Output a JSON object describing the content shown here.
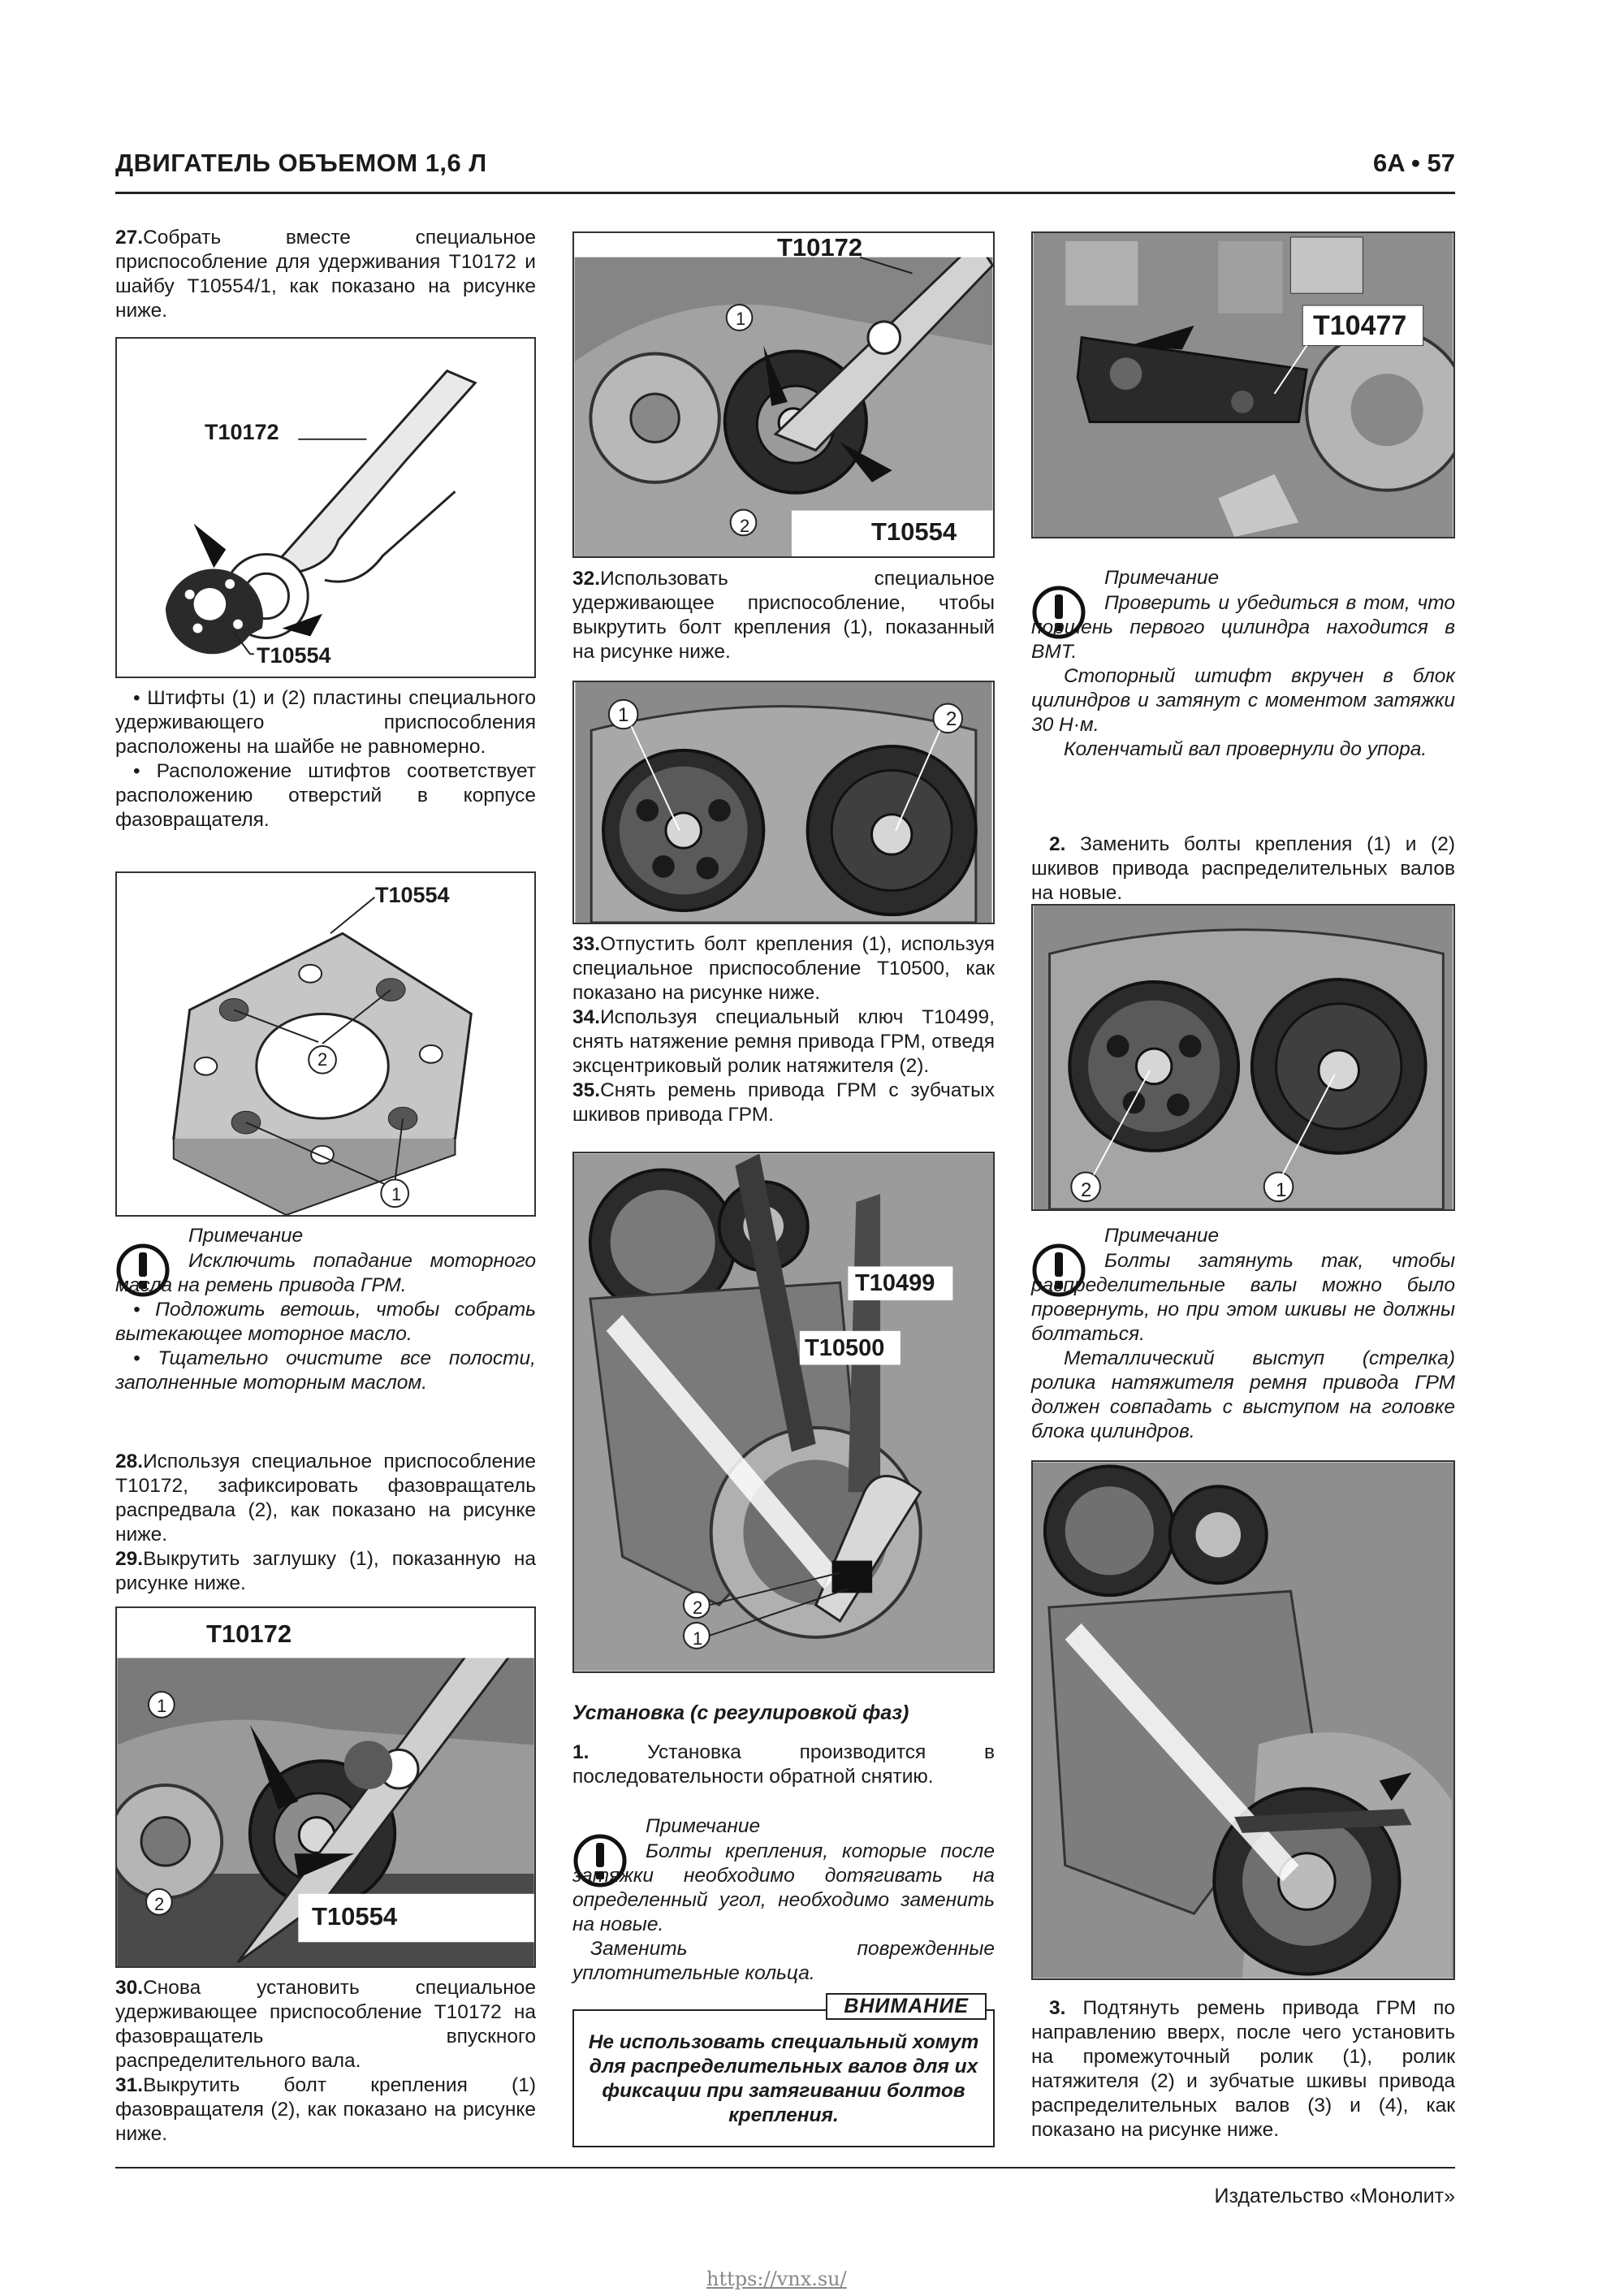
{
  "header": {
    "title": "ДВИГАТЕЛЬ ОБЪЕМОМ 1,6 Л",
    "page": "6A • 57"
  },
  "col1": {
    "step27": {
      "num": "27.",
      "text": "Собрать вместе специальное приспособление для удерживания T10172 и шайбу T10554/1, как показано на рисунке ниже."
    },
    "fig1": {
      "label_a": "T10172",
      "label_b": "T10554"
    },
    "bullets": [
      "• Штифты (1) и (2) пластины специального удерживающего приспособления расположены на шайбе не равномерно.",
      "• Расположение штифтов соответствует расположению отверстий в корпусе фазовращателя."
    ],
    "fig2": {
      "label": "T10554",
      "c1": "1",
      "c2": "2"
    },
    "note": {
      "head": "Примечание",
      "lines": [
        "Исключить попадание моторного масла на ремень привода ГРМ.",
        "• Подложить ветошь, чтобы собрать вытекающее моторное масло.",
        "• Тщательно очистите все полости, заполненные моторным маслом."
      ]
    },
    "step28": {
      "num": "28.",
      "text": "Используя специальное приспособление T10172, зафиксировать фазовращатель распредвала (2), как показано на рисунке ниже."
    },
    "step29": {
      "num": "29.",
      "text": "Выкрутить заглушку (1), показанную на рисунке ниже."
    },
    "fig3": {
      "label_a": "T10172",
      "label_b": "T10554",
      "c1": "1",
      "c2": "2"
    },
    "step30": {
      "num": "30.",
      "text": "Снова установить специальное удерживающее приспособление T10172 на фазовращатель впускного распределительного вала."
    },
    "step31": {
      "num": "31.",
      "text": "Выкрутить болт крепления (1) фазовращателя (2), как показано на рисунке ниже."
    }
  },
  "col2": {
    "fig4": {
      "label_a": "T10172",
      "label_b": "T10554",
      "c1": "1",
      "c2": "2"
    },
    "step32": {
      "num": "32.",
      "text": "Использовать специальное удерживающее приспособление, чтобы выкрутить болт крепления (1), показанный на рисунке ниже."
    },
    "fig5": {
      "c1": "1",
      "c2": "2"
    },
    "step33": {
      "num": "33.",
      "text": "Отпустить болт крепления (1), используя специальное приспособление T10500, как показано на рисунке ниже."
    },
    "step34": {
      "num": "34.",
      "text": "Используя специальный ключ T10499, снять натяжение ремня привода ГРМ, отведя эксцентриковый ролик натяжителя (2)."
    },
    "step35": {
      "num": "35.",
      "text": "Снять ремень привода ГРМ с зубчатых шкивов привода ГРМ."
    },
    "fig6": {
      "label_a": "T10499",
      "label_b": "T10500",
      "c1": "1",
      "c2": "2"
    },
    "section": "Установка (с регулировкой фаз)",
    "step1": {
      "num": "1.",
      "text": "Установка производится в последовательности обратной снятию."
    },
    "note": {
      "head": "Примечание",
      "lines": [
        "Болты крепления, которые после затяжки необходимо дотягивать на определенный угол, необходимо заменить на новые.",
        "Заменить поврежденные уплотнительные кольца."
      ]
    },
    "warning": {
      "title": "ВНИМАНИЕ",
      "text": "Не использовать специальный хомут для распределительных валов для их фиксации при затягивании болтов крепления."
    }
  },
  "col3": {
    "fig7": {
      "label": "T10477"
    },
    "note1": {
      "head": "Примечание",
      "lines": [
        "Проверить и убедиться в том, что поршень первого цилиндра находится в ВМТ.",
        "Стопорный штифт вкручен в блок цилиндров и затянут с моментом затяжки 30 Н·м.",
        "Коленчатый вал провернули до упора."
      ]
    },
    "step2": {
      "num": "2.",
      "text": "Заменить болты крепления (1) и (2) шкивов привода распределительных валов на новые."
    },
    "fig8": {
      "c1": "1",
      "c2": "2"
    },
    "note2": {
      "head": "Примечание",
      "lines": [
        "Болты затянуть так, чтобы распределительные валы можно было провернуть, но при этом шкивы не должны болтаться.",
        "Металлический выступ (стрелка) ролика натяжителя ремня привода ГРМ должен совпадать с выступом на головке блока цилиндров."
      ]
    },
    "fig9": {},
    "step3": {
      "num": "3.",
      "text": "Подтянуть ремень привода ГРМ по направлению вверх, после чего установить на промежуточный ролик (1), ролик натяжителя (2) и зубчатые шкивы привода распределительных валов (3) и (4), как показано на рисунке ниже."
    }
  },
  "footer": {
    "publisher": "Издательство «Монолит»",
    "watermark": "https://vnx.su/"
  }
}
